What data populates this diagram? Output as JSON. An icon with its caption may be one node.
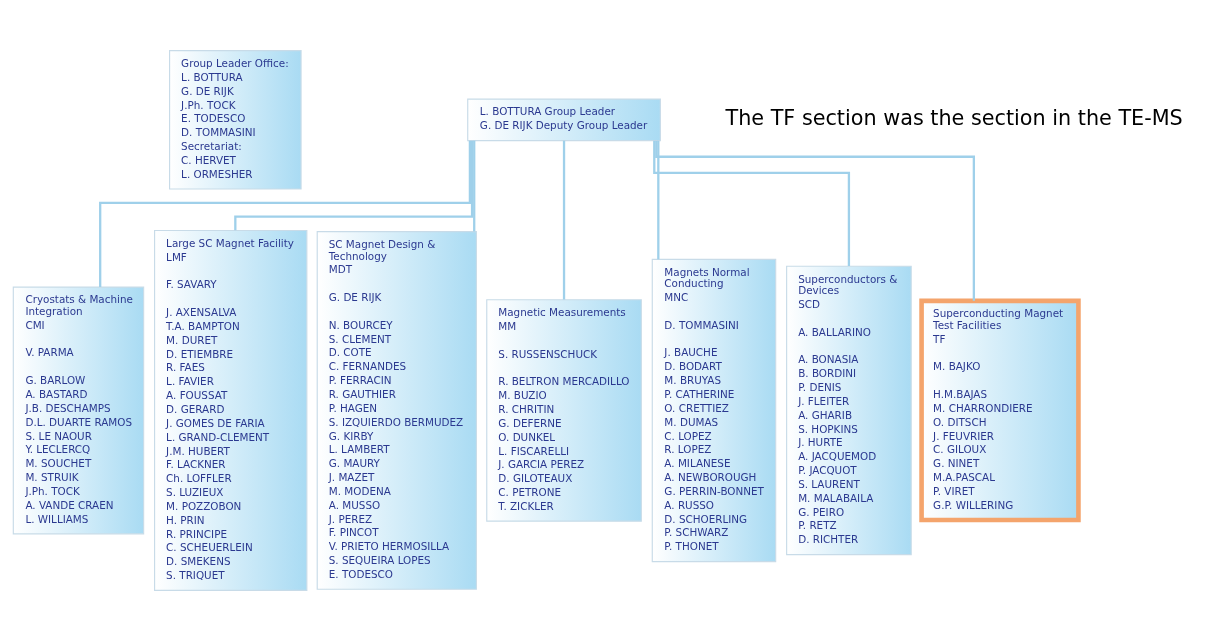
{
  "diagram": {
    "nodes": [
      {
        "text": [
          "L. BOTTURA Group Leader",
          "G. DE RIJK Deputy Group Leader"
        ]
      },
      {
        "text": [
          "Group Leader Office:",
          "L. BOTTURA",
          "G. DE RIJK",
          "J.Ph. TOCK",
          "E. TODESCO",
          "D. TOMMASINI",
          "Secretariat:",
          "C. HERVET",
          "L. ORMESHER"
        ]
      },
      {
        "text": [
          "Cryostats & Machine Integration",
          "CMI",
          "V. PARMA",
          "G. BARLOW",
          "A. BASTARD",
          "J.B. DESCHAMPS",
          "D.L. DUARTE RAMOS",
          "S. LE NAOUR",
          "Y. LECLERCQ",
          "M. SOUCHET",
          "M. STRUIK",
          "J.Ph. TOCK",
          "A. VANDE CRAEN",
          "L. WILLIAMS"
        ]
      },
      {
        "text": [
          "Large SC Magnet Facility",
          "LMF",
          "F. SAVARY",
          "J. AXENSALVA",
          "T.A. BAMPTON",
          "M. DURET",
          "D. ETIEMBRE",
          "R. FAES",
          "L. FAVIER",
          "A. FOUSSAT",
          "D. GERARD",
          "J. GOMES DE FARIA",
          "L. GRAND-CLEMENT",
          "J.M. HUBERT",
          "F. LACKNER",
          "Ch. LOFFLER",
          "S. LUZIEUX",
          "M. POZZOBON",
          "H. PRIN",
          "R. PRINCIPE",
          "C. SCHEUERLEIN",
          "D. SMEKENS",
          "S. TRIQUET"
        ]
      },
      {
        "text": [
          "SC Magnet Design & Technology",
          "MDT",
          "G. DE RIJK",
          "N. BOURCEY",
          "S. CLEMENT",
          "D. COTE",
          "C. FERNANDES",
          "P. FERRACIN",
          "R. GAUTHIER",
          "P. HAGEN",
          "S. IZQUIERDO BERMUDEZ",
          "G. KIRBY",
          "L. LAMBERT",
          "G. MAURY",
          "J. MAZET",
          "M. MODENA",
          "A. MUSSO",
          "J. PEREZ",
          "F. PINCOT",
          "V. PRIETO HERMOSILLA",
          "S. SEQUEIRA LOPES",
          "E. TODESCO"
        ]
      },
      {
        "text": [
          "Magnetic Measurements",
          "MM",
          "S. RUSSENSCHUCK",
          "R. BELTRON MERCADILLO",
          "M. BUZIO",
          "R. CHRITIN",
          "G. DEFERNE",
          "O. DUNKEL",
          "L. FISCARELLI",
          "J. GARCIA PEREZ",
          "D. GILOTEAUX",
          "C. PETRONE",
          "T. ZICKLER"
        ]
      },
      {
        "text": [
          "Magnets Normal Conducting",
          "MNC",
          "D. TOMMASINI",
          "J. BAUCHE",
          "D. BODART",
          "M. BRUYAS",
          "P. CATHERINE",
          "O. CRETTIEZ",
          "M. DUMAS",
          "C. LOPEZ",
          "R. LOPEZ",
          "A. MILANESE",
          "A. NEWBOROUGH",
          "G. PERRIN-BONNET",
          "A. RUSSO",
          "D. SCHOERLING",
          "P. SCHWARZ",
          "P. THONET"
        ]
      },
      {
        "text": [
          "Superconductors & Devices",
          "SCD",
          "A. BALLARINO",
          "A. BONASIA",
          "B. BORDINI",
          "P. DENIS",
          "J. FLEITER",
          "A. GHARIB",
          "S. HOPKINS",
          "J. HURTE",
          "A. JACQUEMOD",
          "P. JACQUOT",
          "S. LAURENT",
          "M. MALABAILA",
          "G. PEIRO",
          "P. RETZ",
          "D. RICHTER"
        ]
      },
      {
        "text": [
          "Superconducting Magnet Test Facilities",
          "TF",
          "M. BAJKO",
          "H.M.BAJAS",
          "M. CHARRONDIERE",
          "O. DITSCH",
          "J. FEUVRIER",
          "C. GILOUX",
          "G. NINET",
          "M.A.PASCAL",
          "P. VIRET",
          "G.P. WILLERING"
        ]
      }
    ],
    "edges": [
      {
        "from": 0,
        "to": 2,
        "arrow": "none"
      },
      {
        "from": 0,
        "to": 3,
        "arrow": "none"
      },
      {
        "from": 0,
        "to": 4,
        "arrow": "none"
      },
      {
        "from": 0,
        "to": 5,
        "arrow": "none"
      },
      {
        "from": 0,
        "to": 6,
        "arrow": "none"
      },
      {
        "from": 0,
        "to": 7,
        "arrow": "none"
      },
      {
        "from": 0,
        "to": 8,
        "arrow": "none"
      }
    ],
    "labels": [
      "The TF section was the section in the TE-MS"
    ]
  }
}
